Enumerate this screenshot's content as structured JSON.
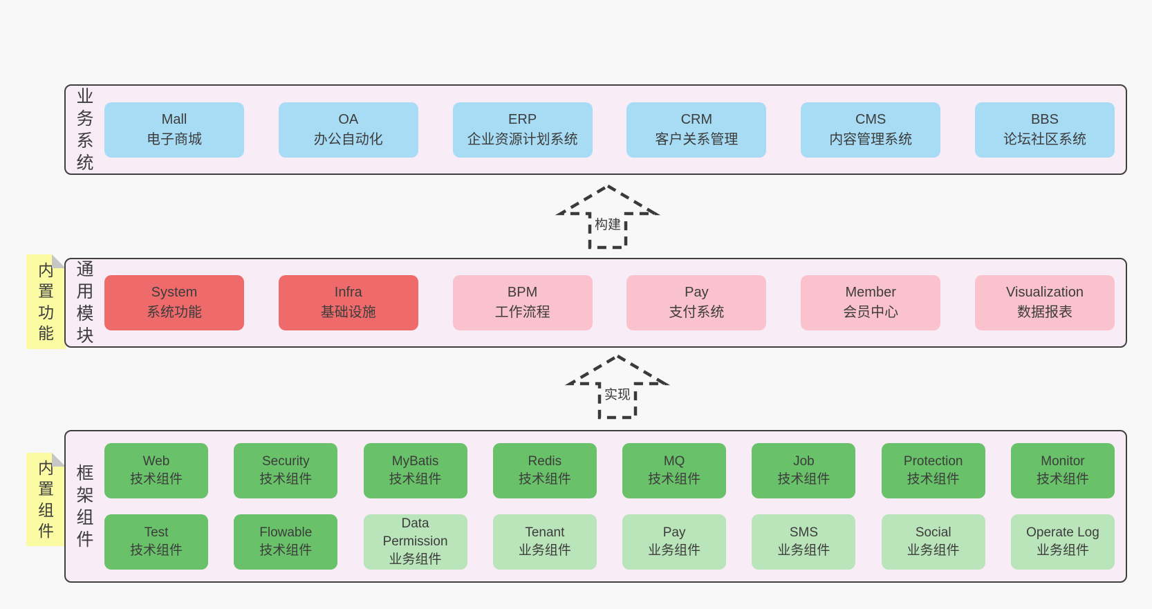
{
  "palette": {
    "page_bg": "#f8f8f8",
    "section_bg": "#f8edf6",
    "section_border": "#3f3f3f",
    "blue": "#a8dcf5",
    "red": "#ef6b6b",
    "pink": "#fac2cc",
    "green": "#69c169",
    "green_light": "#bae5ba",
    "sticky_yellow": "#fbfba3",
    "sticky_fold": "#c6c6c6",
    "text": "#3c3c3c"
  },
  "sections": [
    {
      "label": "业务系统",
      "boxes": [
        {
          "name": "Mall",
          "desc": "电子商城",
          "variant": "blue"
        },
        {
          "name": "OA",
          "desc": "办公自动化",
          "variant": "blue"
        },
        {
          "name": "ERP",
          "desc": "企业资源计划系统",
          "variant": "blue"
        },
        {
          "name": "CRM",
          "desc": "客户关系管理",
          "variant": "blue"
        },
        {
          "name": "CMS",
          "desc": "内容管理系统",
          "variant": "blue"
        },
        {
          "name": "BBS",
          "desc": "论坛社区系统",
          "variant": "blue"
        }
      ]
    },
    {
      "label": "通用模块",
      "sticky": "内置功能",
      "boxes": [
        {
          "name": "System",
          "desc": "系统功能",
          "variant": "red"
        },
        {
          "name": "Infra",
          "desc": "基础设施",
          "variant": "red"
        },
        {
          "name": "BPM",
          "desc": "工作流程",
          "variant": "pink"
        },
        {
          "name": "Pay",
          "desc": "支付系统",
          "variant": "pink"
        },
        {
          "name": "Member",
          "desc": "会员中心",
          "variant": "pink"
        },
        {
          "name": "Visualization",
          "desc": "数据报表",
          "variant": "pink"
        }
      ]
    },
    {
      "label": "框架组件",
      "sticky": "内置组件",
      "rows": [
        [
          {
            "name": "Web",
            "desc": "技术组件",
            "variant": "green"
          },
          {
            "name": "Security",
            "desc": "技术组件",
            "variant": "green"
          },
          {
            "name": "MyBatis",
            "desc": "技术组件",
            "variant": "green"
          },
          {
            "name": "Redis",
            "desc": "技术组件",
            "variant": "green"
          },
          {
            "name": "MQ",
            "desc": "技术组件",
            "variant": "green"
          },
          {
            "name": "Job",
            "desc": "技术组件",
            "variant": "green"
          },
          {
            "name": "Protection",
            "desc": "技术组件",
            "variant": "green"
          },
          {
            "name": "Monitor",
            "desc": "技术组件",
            "variant": "green"
          }
        ],
        [
          {
            "name": "Test",
            "desc": "技术组件",
            "variant": "green"
          },
          {
            "name": "Flowable",
            "desc": "技术组件",
            "variant": "green"
          },
          {
            "name": "Data Permission",
            "desc": "业务组件",
            "variant": "green-light"
          },
          {
            "name": "Tenant",
            "desc": "业务组件",
            "variant": "green-light"
          },
          {
            "name": "Pay",
            "desc": "业务组件",
            "variant": "green-light"
          },
          {
            "name": "SMS",
            "desc": "业务组件",
            "variant": "green-light"
          },
          {
            "name": "Social",
            "desc": "业务组件",
            "variant": "green-light"
          },
          {
            "name": "Operate Log",
            "desc": "业务组件",
            "variant": "green-light"
          }
        ]
      ]
    }
  ],
  "arrows": [
    {
      "label": "构建"
    },
    {
      "label": "实现"
    }
  ]
}
